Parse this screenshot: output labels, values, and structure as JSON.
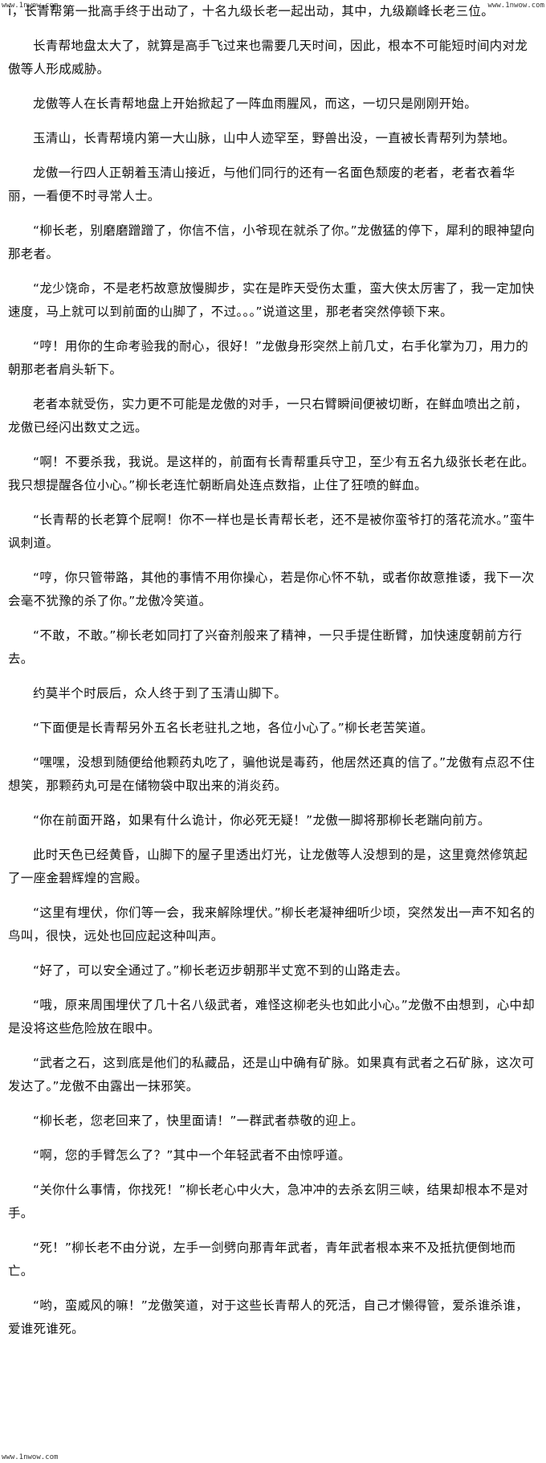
{
  "watermarks": {
    "top_left": "www.1nwow.com",
    "top_right": "www.1nwow.com",
    "bottom_left": "www.1nwow.com"
  },
  "paragraphs": [
    "i，长青帮第一批高手终于出动了，十名九级长老一起出动，其中，九级巅峰长老三位。",
    "长青帮地盘太大了，就算是高手飞过来也需要几天时间，因此，根本不可能短时间内对龙傲等人形成威胁。",
    "龙傲等人在长青帮地盘上开始掀起了一阵血雨腥风，而这，一切只是刚刚开始。",
    "玉清山，长青帮境内第一大山脉，山中人迹罕至，野兽出没，一直被长青帮列为禁地。",
    "龙傲一行四人正朝着玉清山接近，与他们同行的还有一名面色颓废的老者，老者衣着华丽，一看便不时寻常人士。",
    "“柳长老，别磨磨蹭蹭了，你信不信，小爷现在就杀了你。”龙傲猛的停下，犀利的眼神望向那老者。",
    "“龙少饶命，不是老朽故意放慢脚步，实在是昨天受伤太重，蛮大侠太厉害了，我一定加快速度，马上就可以到前面的山脚了，不过。。。”说道这里，那老者突然停顿下来。",
    "“哼！用你的生命考验我的耐心，很好！”龙傲身形突然上前几丈，右手化掌为刀，用力的朝那老者肩头斩下。",
    "老者本就受伤，实力更不可能是龙傲的对手，一只右臂瞬间便被切断，在鲜血喷出之前，龙傲已经闪出数丈之远。",
    "“啊！不要杀我，我说。是这样的，前面有长青帮重兵守卫，至少有五名九级张长老在此。我只想提醒各位小心。”柳长老连忙朝断肩处连点数指，止住了狂喷的鲜血。",
    "“长青帮的长老算个屁啊！你不一样也是长青帮长老，还不是被你蛮爷打的落花流水。”蛮牛讽刺道。",
    "“哼，你只管带路，其他的事情不用你操心，若是你心怀不轨，或者你故意推诿，我下一次会毫不犹豫的杀了你。”龙傲冷笑道。",
    "“不敢，不敢。”柳长老如同打了兴奋剂般来了精神，一只手提住断臂，加快速度朝前方行去。",
    "约莫半个时辰后，众人终于到了玉清山脚下。",
    "“下面便是长青帮另外五名长老驻扎之地，各位小心了。”柳长老苦笑道。",
    "“嘿嘿，没想到随便给他颗药丸吃了，骗他说是毒药，他居然还真的信了。”龙傲有点忍不住想笑，那颗药丸可是在储物袋中取出来的消炎药。",
    "“你在前面开路，如果有什么诡计，你必死无疑！”龙傲一脚将那柳长老踹向前方。",
    "此时天色已经黄昏，山脚下的屋子里透出灯光，让龙傲等人没想到的是，这里竟然修筑起了一座金碧辉煌的宫殿。",
    "“这里有埋伏，你们等一会，我来解除埋伏。”柳长老凝神细听少顷，突然发出一声不知名的鸟叫，很快，远处也回应起这种叫声。",
    "“好了，可以安全通过了。”柳长老迈步朝那半丈宽不到的山路走去。",
    "“哦，原来周围埋伏了几十名八级武者，难怪这柳老头也如此小心。”龙傲不由想到，心中却是没将这些危险放在眼中。",
    "“武者之石，这到底是他们的私藏品，还是山中确有矿脉。如果真有武者之石矿脉，这次可发达了。”龙傲不由露出一抹邪笑。",
    "“柳长老，您老回来了，快里面请！”一群武者恭敬的迎上。",
    "“啊，您的手臂怎么了？”其中一个年轻武者不由惊呼道。",
    "“关你什么事情，你找死！”柳长老心中火大，急冲冲的去杀玄阴三峡，结果却根本不是对手。",
    "“死！”柳长老不由分说，左手一剑劈向那青年武者，青年武者根本来不及抵抗便倒地而亡。",
    "“哟，蛮威风的嘛！”龙傲笑道，对于这些长青帮人的死活，自己才懒得管，爱杀谁杀谁，爱谁死谁死。"
  ]
}
